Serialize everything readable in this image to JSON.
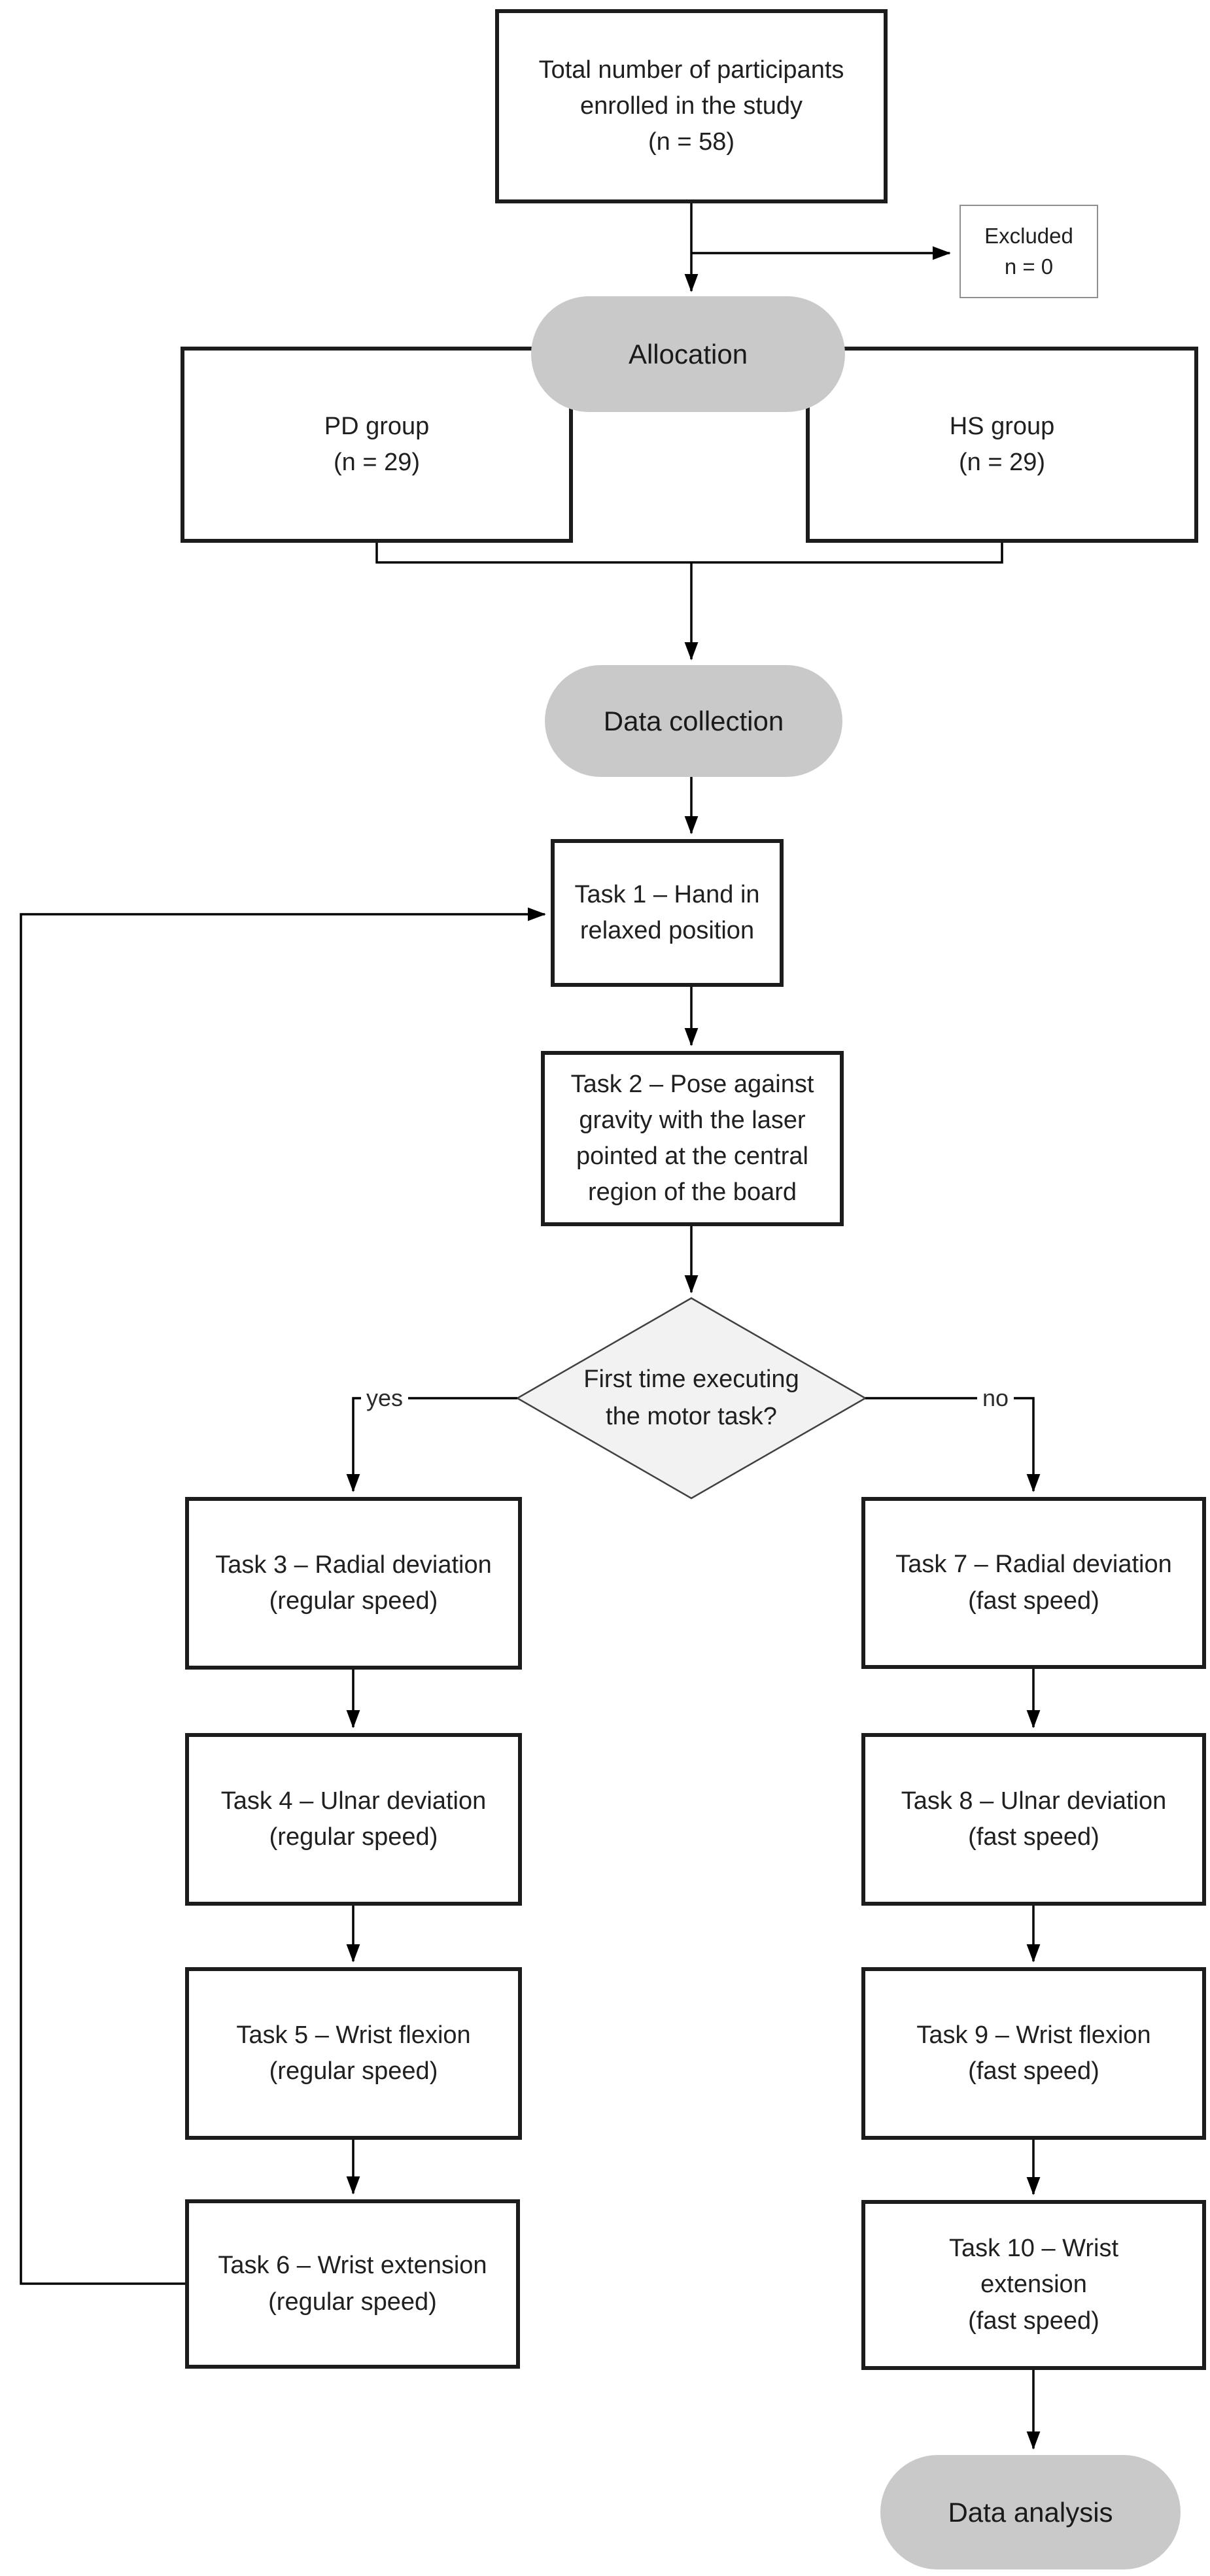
{
  "nodes": {
    "enrollment": "Total number of participants\nenrolled in the study\n(n = 58)",
    "excluded": "Excluded\nn = 0",
    "allocation": "Allocation",
    "pd_group": "PD group\n(n = 29)",
    "hs_group": "HS group\n(n = 29)",
    "data_collection": "Data collection",
    "task1": "Task 1 – Hand in\nrelaxed position",
    "task2": "Task 2 – Pose against\ngravity with the laser\npointed at the central\nregion of the board",
    "decision": "First time executing\nthe motor task?",
    "task3": "Task 3 – Radial deviation\n(regular speed)",
    "task4": "Task 4 – Ulnar deviation\n(regular speed)",
    "task5": "Task 5 – Wrist flexion\n(regular speed)",
    "task6": "Task 6 – Wrist extension\n(regular speed)",
    "task7": "Task 7 – Radial deviation\n(fast speed)",
    "task8": "Task 8 – Ulnar deviation\n(fast speed)",
    "task9": "Task 9 – Wrist flexion\n(fast speed)",
    "task10": "Task 10 – Wrist\nextension\n(fast speed)",
    "data_analysis": "Data analysis"
  },
  "edge_labels": {
    "yes": "yes",
    "no": "no"
  },
  "colors": {
    "pill_fill": "#c9c9c9",
    "diamond_fill": "#f2f2f2",
    "diamond_stroke": "#404040",
    "connector": "#000000",
    "box_border": "#1c1c1c",
    "excluded_border": "#8f8f8f"
  }
}
